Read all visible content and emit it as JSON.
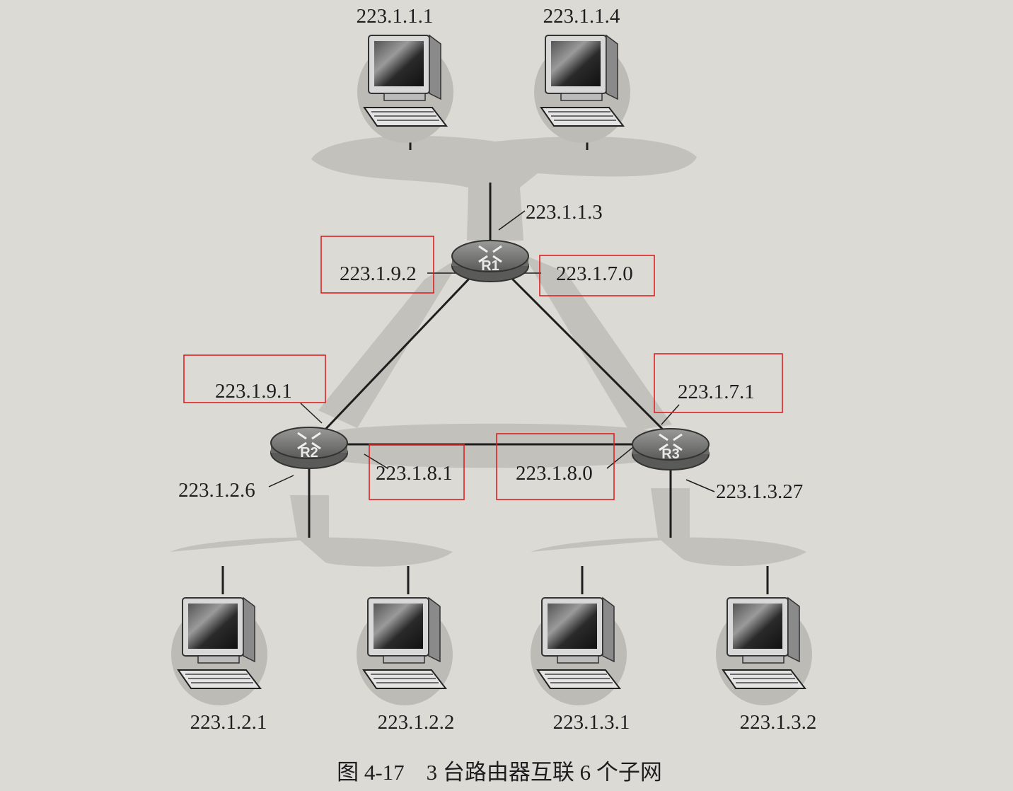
{
  "figure": {
    "caption": "图 4-17    3 台路由器互联 6 个子网"
  },
  "routers": [
    {
      "id": "R1",
      "label": "R1"
    },
    {
      "id": "R2",
      "label": "R2"
    },
    {
      "id": "R3",
      "label": "R3"
    }
  ],
  "hosts": [
    {
      "id": "h1",
      "ip": "223.1.1.1"
    },
    {
      "id": "h2",
      "ip": "223.1.1.4"
    },
    {
      "id": "h3",
      "ip": "223.1.2.1"
    },
    {
      "id": "h4",
      "ip": "223.1.2.2"
    },
    {
      "id": "h5",
      "ip": "223.1.3.1"
    },
    {
      "id": "h6",
      "ip": "223.1.3.2"
    }
  ],
  "interfaces": [
    {
      "id": "r1-top",
      "ip": "223.1.1.3",
      "highlighted": false
    },
    {
      "id": "r1-left",
      "ip": "223.1.9.2",
      "highlighted": true
    },
    {
      "id": "r1-right",
      "ip": "223.1.7.0",
      "highlighted": true
    },
    {
      "id": "r2-top",
      "ip": "223.1.9.1",
      "highlighted": true
    },
    {
      "id": "r2-right",
      "ip": "223.1.8.1",
      "highlighted": true
    },
    {
      "id": "r2-bottom",
      "ip": "223.1.2.6",
      "highlighted": false
    },
    {
      "id": "r3-top",
      "ip": "223.1.7.1",
      "highlighted": true
    },
    {
      "id": "r3-left",
      "ip": "223.1.8.0",
      "highlighted": true
    },
    {
      "id": "r3-bottom",
      "ip": "223.1.3.27",
      "highlighted": false
    }
  ],
  "colors": {
    "background": "#dcdad5",
    "subnet_cloud": "#c3c1bc",
    "highlight_box": "#e02020",
    "router_body": "#7a7a78"
  }
}
